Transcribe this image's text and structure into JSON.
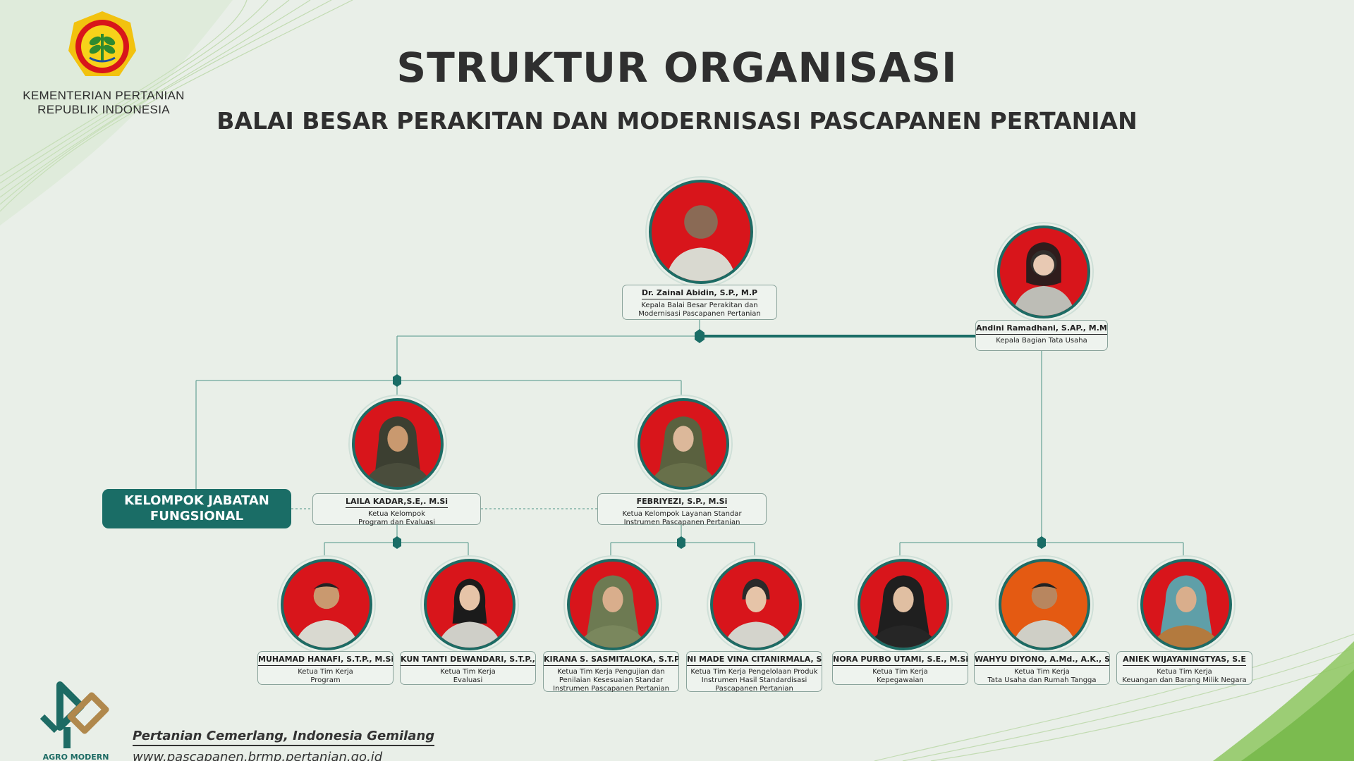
{
  "header": {
    "org_line1": "KEMENTERIAN PERTANIAN",
    "org_line2": "REPUBLIK INDONESIA",
    "title": "STRUKTUR ORGANISASI",
    "subtitle": "BALAI BESAR PERAKITAN DAN MODERNISASI PASCAPANEN PERTANIAN"
  },
  "colors": {
    "accent": "#1a6d66",
    "photo_bg": "#d8151b",
    "photo_bg_alt": "#e45a12",
    "background": "#e9efe8"
  },
  "people": {
    "head": {
      "name": "Dr. Zainal Abidin, S.P., M.P",
      "role": "Kepala Balai Besar Perakitan dan\nModernisasi Pascapanen Pertanian"
    },
    "admin": {
      "name": "Andini Ramadhani, S.AP., M.M.",
      "role": "Kepala Bagian Tata Usaha"
    },
    "laila": {
      "name": "LAILA KADAR,S.E,. M.Si",
      "role": "Ketua Kelompok\nProgram dan Evaluasi"
    },
    "febri": {
      "name": "FEBRIYEZI, S.P., M.Si",
      "role": "Ketua Kelompok  Layanan Standar\nInstrumen Pascapanen Pertanian"
    },
    "hanafi": {
      "name": "MUHAMAD HANAFI, S.T.P., M.Si",
      "role": "Ketua Tim Kerja\nProgram"
    },
    "kun": {
      "name": "KUN TANTI DEWANDARI, S.T.P., M.Si",
      "role": "Ketua Tim Kerja\nEvaluasi"
    },
    "kirana": {
      "name": "KIRANA S. SASMITALOKA, S.T.P., M.Si",
      "role": "Ketua Tim Kerja Pengujian dan\nPenilaian Kesesuaian Standar\nInstrumen Pascapanen Pertanian"
    },
    "nimade": {
      "name": "NI MADE VINA CITANIRMALA, S.T.P., M.P",
      "role": "Ketua Tim Kerja Pengelolaan Produk\nInstrumen Hasil Standardisasi\nPascapanen Pertanian"
    },
    "nora": {
      "name": "NORA PURBO UTAMI, S.E., M.Si",
      "role": "Ketua Tim Kerja\nKepegawaian"
    },
    "wahyu": {
      "name": "WAHYU DIYONO, A.Md., A.K., S.Si",
      "role": "Ketua Tim Kerja\nTata Usaha dan Rumah Tangga"
    },
    "aniek": {
      "name": "ANIEK WIJAYANINGTYAS, S.E",
      "role": "Ketua Tim Kerja\nKeuangan dan Barang Milik Negara"
    }
  },
  "functional_group": "KELOMPOK JABATAN\nFUNGSIONAL",
  "footer": {
    "slogan": "Pertanian Cemerlang, Indonesia Gemilang",
    "website": "www.pascapanen.brmp.pertanian.go.id",
    "brand": "AGRO MODERN"
  }
}
